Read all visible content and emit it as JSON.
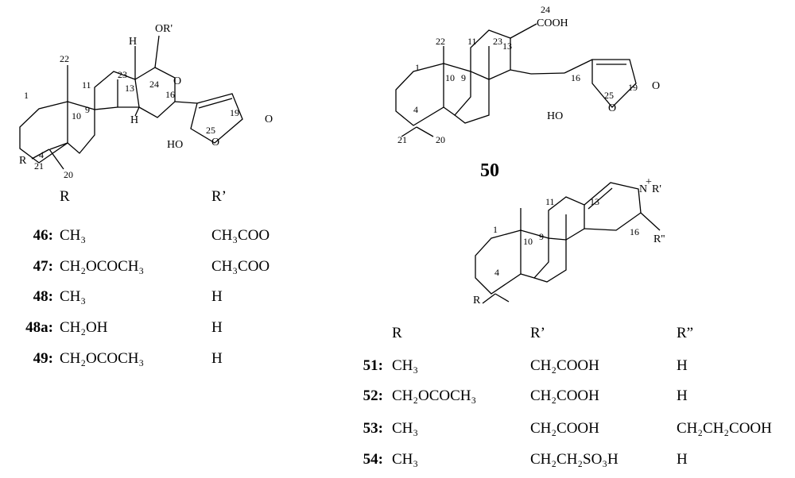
{
  "structure_a": {
    "locants": [
      "1",
      "4",
      "9",
      "10",
      "11",
      "13",
      "16",
      "19",
      "20",
      "21",
      "22",
      "23",
      "24",
      "25"
    ],
    "atoms": {
      "or": "OR'",
      "h_top": "H",
      "h_bottom": "H",
      "ring_o": "O",
      "lactone_o": "O",
      "carbonyl_o": "O",
      "ho": "HO",
      "r": "R"
    }
  },
  "structure_b": {
    "locants": [
      "1",
      "4",
      "9",
      "10",
      "11",
      "13",
      "16",
      "19",
      "20",
      "21",
      "22",
      "23",
      "24",
      "25"
    ],
    "atoms": {
      "cooh": "COOH",
      "ho": "HO",
      "lactone_o": "O",
      "carbonyl_o": "O"
    },
    "compound_number": "50"
  },
  "structure_c": {
    "locants": [
      "1",
      "4",
      "9",
      "10",
      "11",
      "13",
      "16"
    ],
    "atoms": {
      "nplus": "N",
      "plus": "+",
      "rprime": "R'",
      "rdouble": "R''",
      "r": "R"
    }
  },
  "table_a": {
    "headers": [
      "R",
      "R’"
    ],
    "rows": [
      {
        "id": "46:",
        "r": "CH₃",
        "rp": "CH₃COO"
      },
      {
        "id": "47:",
        "r": "CH₂OCOCH₃",
        "rp": "CH₃COO"
      },
      {
        "id": "48:",
        "r": "CH₃",
        "rp": "H"
      },
      {
        "id": "48a:",
        "r": "CH₂OH",
        "rp": "H"
      },
      {
        "id": "49:",
        "r": "CH₂OCOCH₃",
        "rp": "H"
      }
    ]
  },
  "table_b": {
    "headers": [
      "R",
      "R’",
      "R”"
    ],
    "rows": [
      {
        "id": "51:",
        "r": "CH₃",
        "rp": "CH₂COOH",
        "rpp": "H"
      },
      {
        "id": "52:",
        "r": "CH₂OCOCH₃",
        "rp": "CH₂COOH",
        "rpp": "H"
      },
      {
        "id": "53:",
        "r": "CH₃",
        "rp": "CH₂COOH",
        "rpp": "CH₂CH₂COOH"
      },
      {
        "id": "54:",
        "r": "CH₃",
        "rp": "CH₂CH₂SO₃H",
        "rpp": "H"
      }
    ]
  }
}
